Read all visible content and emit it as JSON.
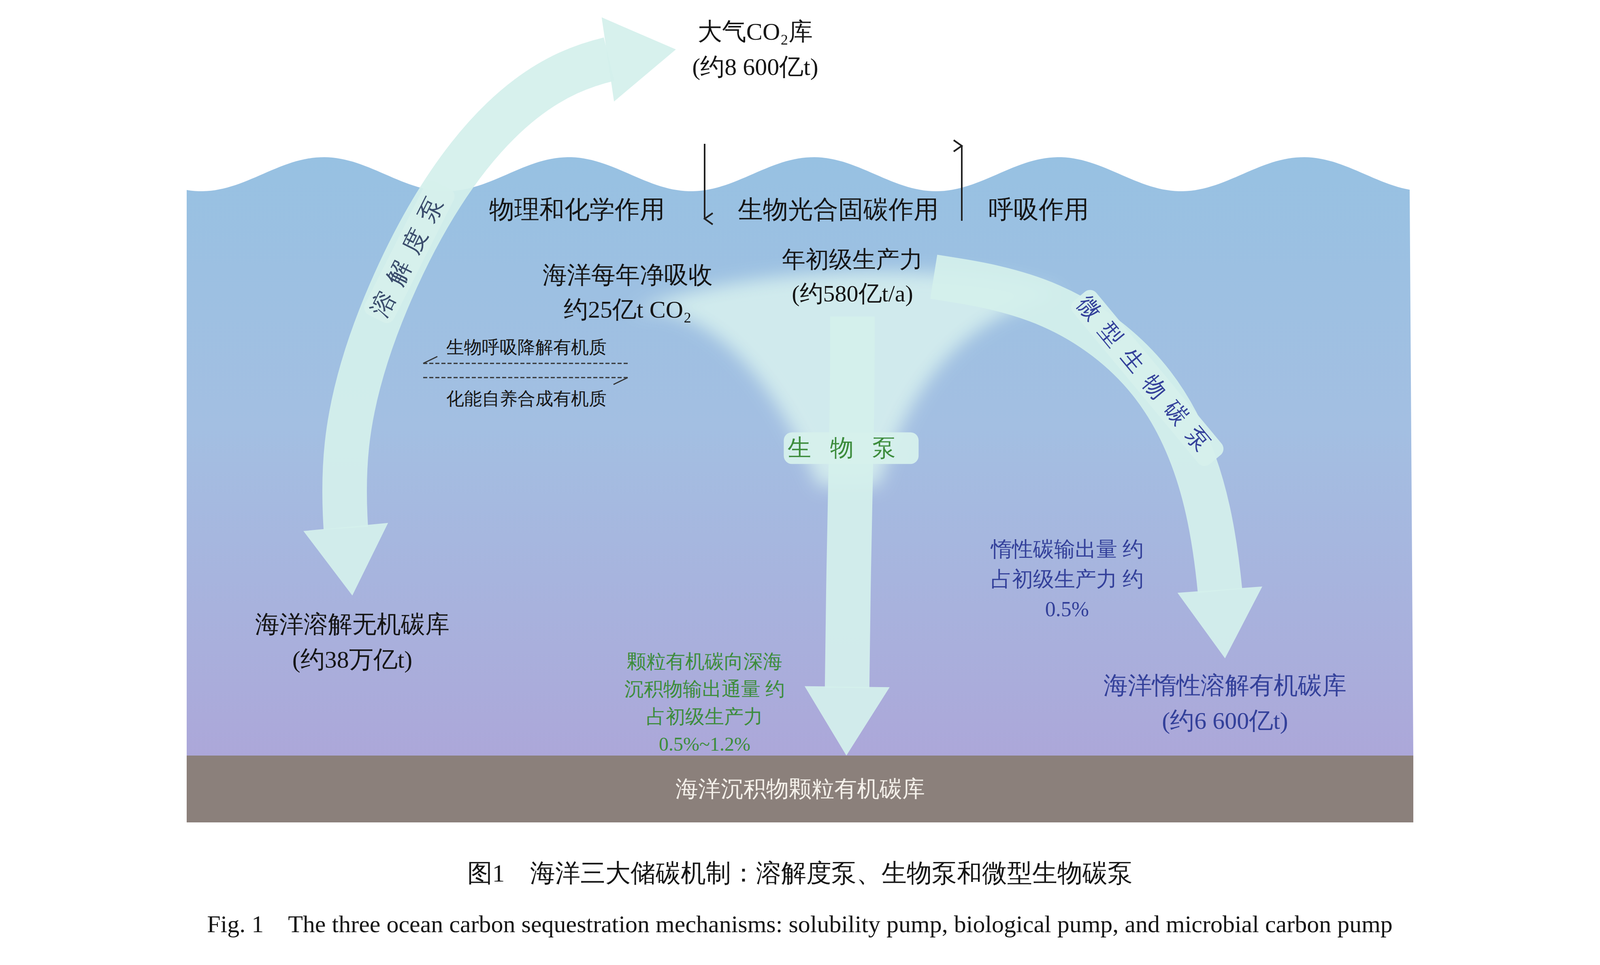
{
  "diagram": {
    "caption": "图1　海洋三大储碳机制：溶解度泵、生物泵和微型生物碳泵",
    "nodes": [
      {
        "text": [
          "大气CO₂库 (约8 600亿t)"
        ]
      },
      {
        "text": [
          "年初级生产力 (约580亿t/a)"
        ]
      },
      {
        "text": [
          "海洋溶解无机碳库 (约38万亿t)"
        ]
      },
      {
        "text": [
          "海洋惰性溶解有机碳库 (约6 600亿t)"
        ]
      },
      {
        "text": [
          "海洋沉积物颗粒有机碳库"
        ]
      }
    ],
    "edges": [
      {
        "from": 0,
        "to": 2,
        "arrow": "both",
        "label": "溶解度泵"
      },
      {
        "from": 1,
        "to": 4,
        "arrow": "to",
        "label": "生物泵"
      },
      {
        "from": 1,
        "to": 3,
        "arrow": "to",
        "label": "微型生物碳泵"
      }
    ],
    "labels": [
      "物理和化学作用",
      "生物光合固碳作用",
      "呼吸作用",
      "海洋每年净吸收 约25亿t CO₂",
      "生物呼吸降解有机质",
      "化能自养合成有机质",
      "颗粒有机碳向深海 沉积物输出通量 约占初级生产力 0.5%~1.2%",
      "惰性碳输出量 约占初级生产力 约0.5%",
      "Fig. 1　The three ocean carbon sequestration mechanisms: solubility pump, biological pump, and microbial carbon pump"
    ]
  }
}
